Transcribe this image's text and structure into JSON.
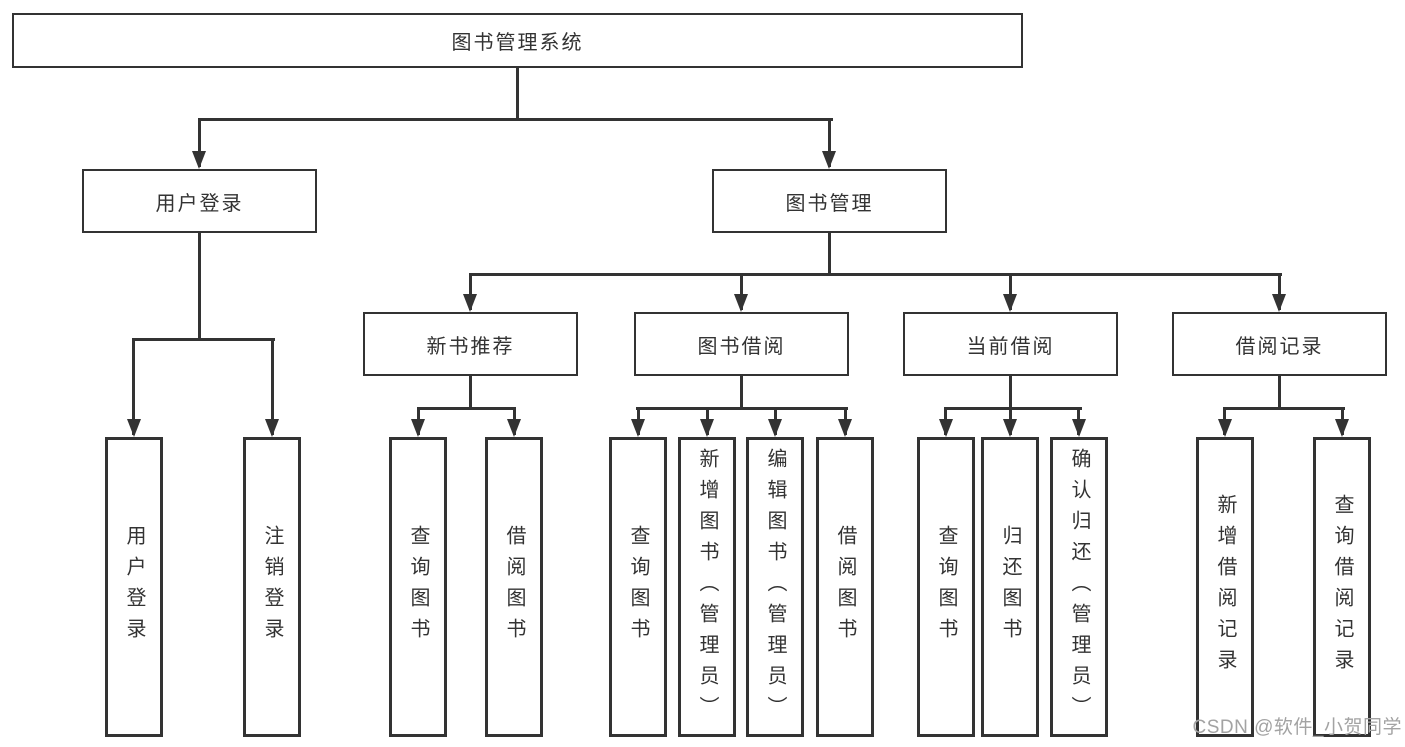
{
  "tree": {
    "root": {
      "label": "图书管理系统"
    },
    "level1": [
      {
        "label": "用户登录"
      },
      {
        "label": "图书管理"
      }
    ],
    "level2": [
      {
        "label": "新书推荐"
      },
      {
        "label": "图书借阅"
      },
      {
        "label": "当前借阅"
      },
      {
        "label": "借阅记录"
      }
    ],
    "leaves": {
      "user_login": [
        "用户登录",
        "注销登录"
      ],
      "new_book_recommend": [
        "查询图书",
        "借阅图书"
      ],
      "book_borrow": [
        "查询图书",
        "新增图书（管理员）",
        "编辑图书（管理员）",
        "借阅图书"
      ],
      "current_borrow": [
        "查询图书",
        "归还图书",
        "确认归还（管理员）"
      ],
      "borrow_records": [
        "新增借阅记录",
        "查询借阅记录"
      ]
    }
  },
  "watermark": {
    "text": "CSDN @软件_小贺同学"
  },
  "colors": {
    "line": "#333333",
    "text": "#333333",
    "watermark": "#a3a3a3",
    "background": "#ffffff"
  }
}
